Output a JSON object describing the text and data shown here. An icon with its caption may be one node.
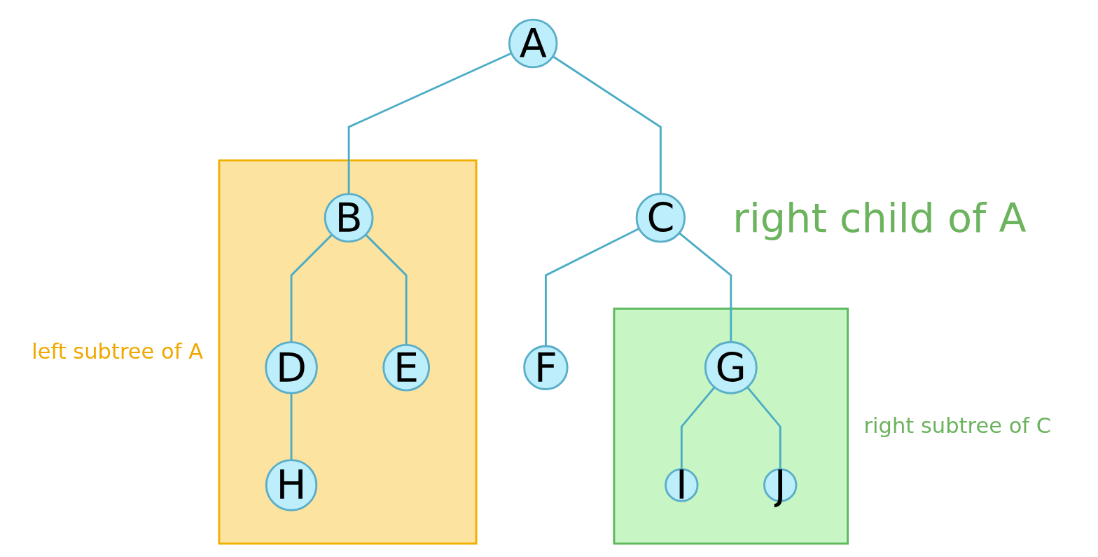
{
  "diagram": {
    "nodes": [
      {
        "text": [
          "A"
        ]
      },
      {
        "text": [
          "left subtree of A"
        ]
      },
      {
        "text": [
          "B"
        ],
        "in": 1
      },
      {
        "text": [
          "C"
        ],
        "beside": [
          "right child of A"
        ]
      },
      {
        "text": [
          "D"
        ],
        "in": 1
      },
      {
        "text": [
          "E"
        ],
        "in": 1
      },
      {
        "text": [
          "F"
        ]
      },
      {
        "text": [
          "right subtree of C"
        ]
      },
      {
        "text": [
          "G"
        ],
        "in": 7
      },
      {
        "text": [
          "H"
        ],
        "in": 1
      },
      {
        "text": [
          "I"
        ],
        "in": 7
      },
      {
        "text": [
          "J"
        ],
        "in": 7
      }
    ],
    "edges": [
      {
        "from": 0,
        "to": 2,
        "arrow": "none"
      },
      {
        "from": 0,
        "to": 3,
        "arrow": "none"
      },
      {
        "from": 2,
        "to": 4,
        "arrow": "none"
      },
      {
        "from": 2,
        "to": 5,
        "arrow": "none"
      },
      {
        "from": 3,
        "to": 6,
        "arrow": "none"
      },
      {
        "from": 3,
        "to": 8,
        "arrow": "none"
      },
      {
        "from": 4,
        "to": 9,
        "arrow": "none"
      },
      {
        "from": 8,
        "to": 10,
        "arrow": "none"
      },
      {
        "from": 8,
        "to": 11,
        "arrow": "none"
      }
    ]
  }
}
